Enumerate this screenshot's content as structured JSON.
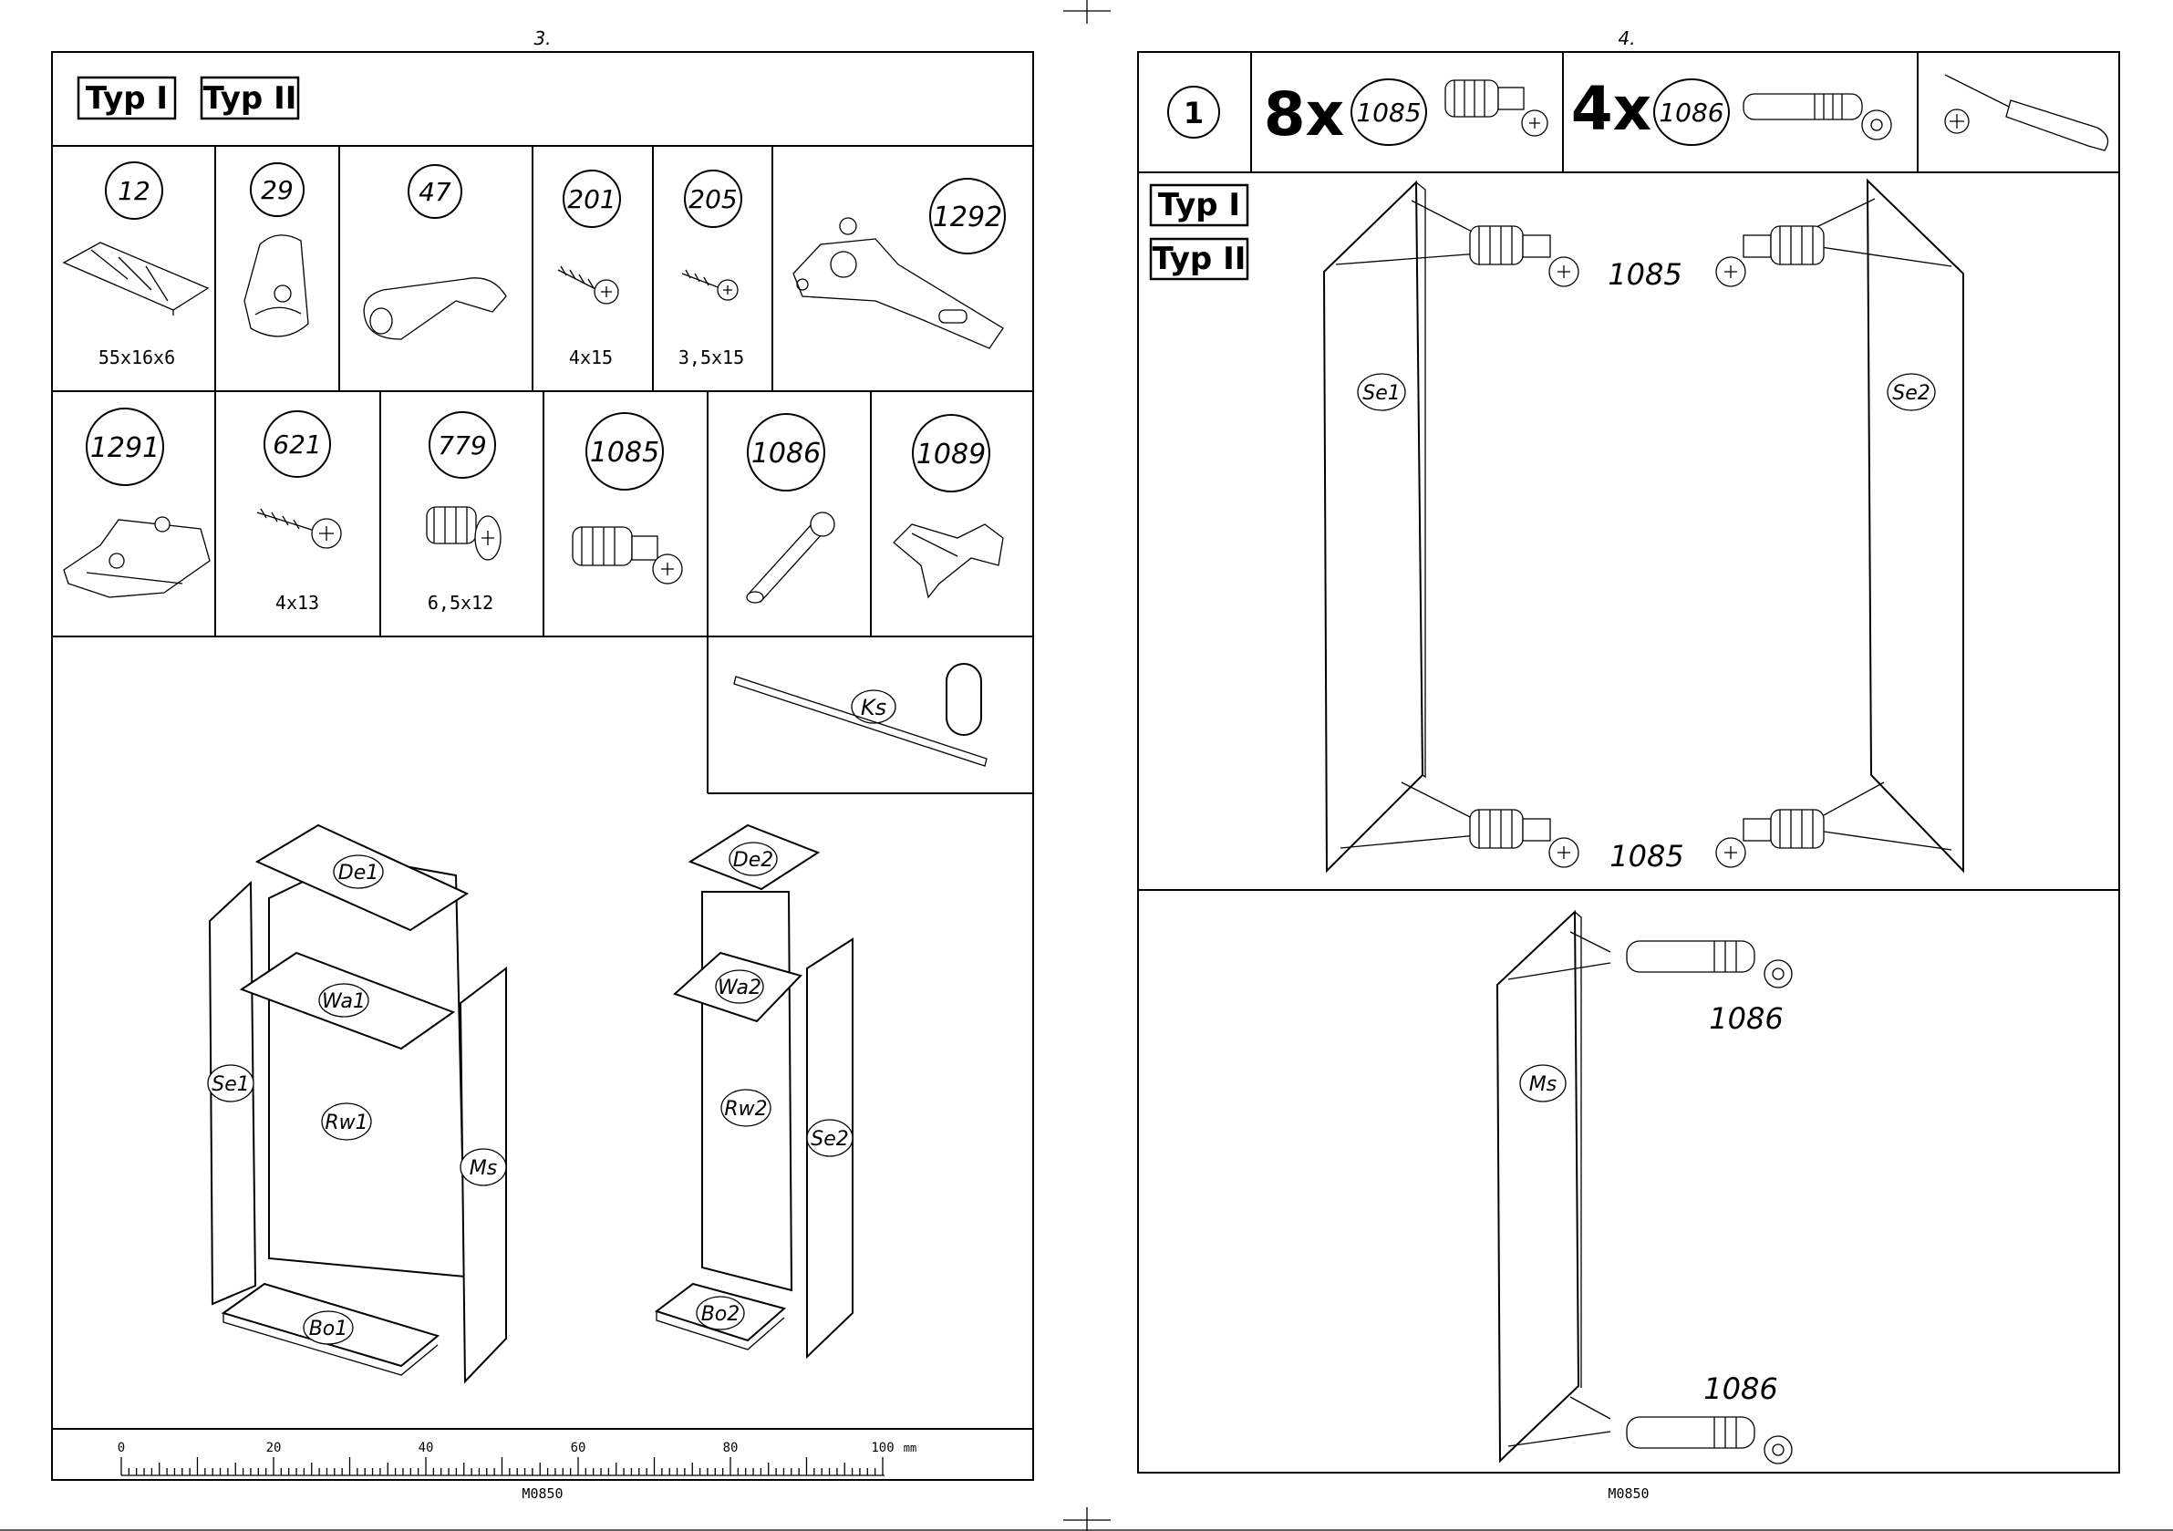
{
  "left_page": {
    "page_number": "3.",
    "type_labels": [
      "Typ I",
      "Typ II"
    ],
    "parts_row1": [
      {
        "id": "12",
        "size": "55x16x6"
      },
      {
        "id": "29",
        "size": ""
      },
      {
        "id": "47",
        "size": ""
      },
      {
        "id": "201",
        "size": "4x15"
      },
      {
        "id": "205",
        "size": "3,5x15"
      },
      {
        "id": "1292",
        "size": ""
      }
    ],
    "parts_row2": [
      {
        "id": "1291",
        "size": ""
      },
      {
        "id": "621",
        "size": "4x13"
      },
      {
        "id": "779",
        "size": "6,5x12"
      },
      {
        "id": "1085",
        "size": ""
      },
      {
        "id": "1086",
        "size": ""
      },
      {
        "id": "1089",
        "size": ""
      }
    ],
    "rail_label": "Ks",
    "cabinet_a_labels": {
      "top": "De1",
      "shelf": "Wa1",
      "side": "Se1",
      "back": "Rw1",
      "middle": "Ms",
      "bottom": "Bo1"
    },
    "cabinet_b_labels": {
      "top": "De2",
      "shelf": "Wa2",
      "back": "Rw2",
      "side": "Se2",
      "bottom": "Bo2"
    },
    "ruler": {
      "ticks": [
        "0",
        "20",
        "40",
        "60",
        "80",
        "100"
      ],
      "unit": "mm"
    },
    "footer_code": "M0850"
  },
  "right_page": {
    "page_number": "4.",
    "step_number": "1",
    "hardware": [
      {
        "quantity": "8x",
        "part": "1085"
      },
      {
        "quantity": "4x",
        "part": "1086"
      }
    ],
    "tool": "screwdriver-icon",
    "type_labels": [
      "Typ I",
      "Typ II"
    ],
    "panel_labels": {
      "left": "Se1",
      "right": "Se2",
      "middle": "Ms"
    },
    "callouts_upper": [
      "1085",
      "1085"
    ],
    "callouts_lower": [
      "1086",
      "1086"
    ],
    "footer_code": "M0850"
  }
}
